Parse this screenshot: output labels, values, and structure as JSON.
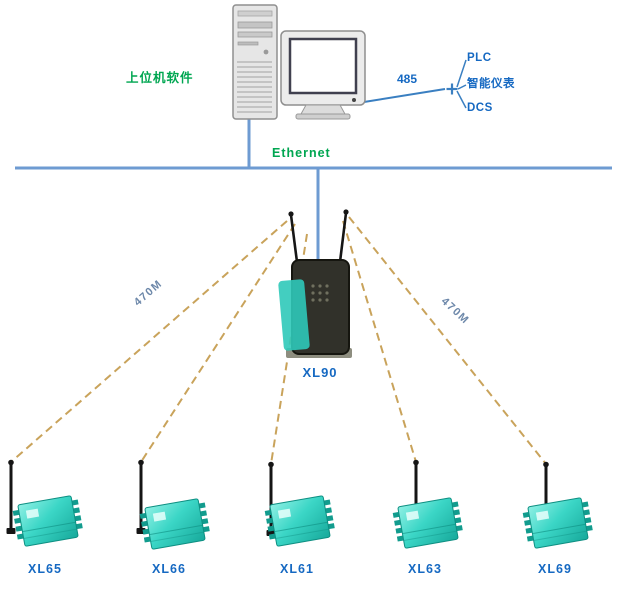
{
  "labels": {
    "server": "上位机软件",
    "ethernet": "Ethernet",
    "rs485": "485",
    "gateway": "XL90",
    "wireless_left": "470M",
    "wireless_right": "470M"
  },
  "rs485_devices": [
    "PLC",
    "智能仪表",
    "DCS"
  ],
  "endpoints": [
    "XL65",
    "XL66",
    "XL61",
    "XL63",
    "XL69"
  ],
  "colors": {
    "bus_blue": "#6e9bd2",
    "link_blue": "#3a7fc1",
    "label_green": "#00a651",
    "label_blue": "#1669c2",
    "wireless_dash": "#c9a35b",
    "module_teal": "#3bd6c6",
    "module_teal_dark": "#129c8e",
    "gateway_body": "#31312a"
  }
}
